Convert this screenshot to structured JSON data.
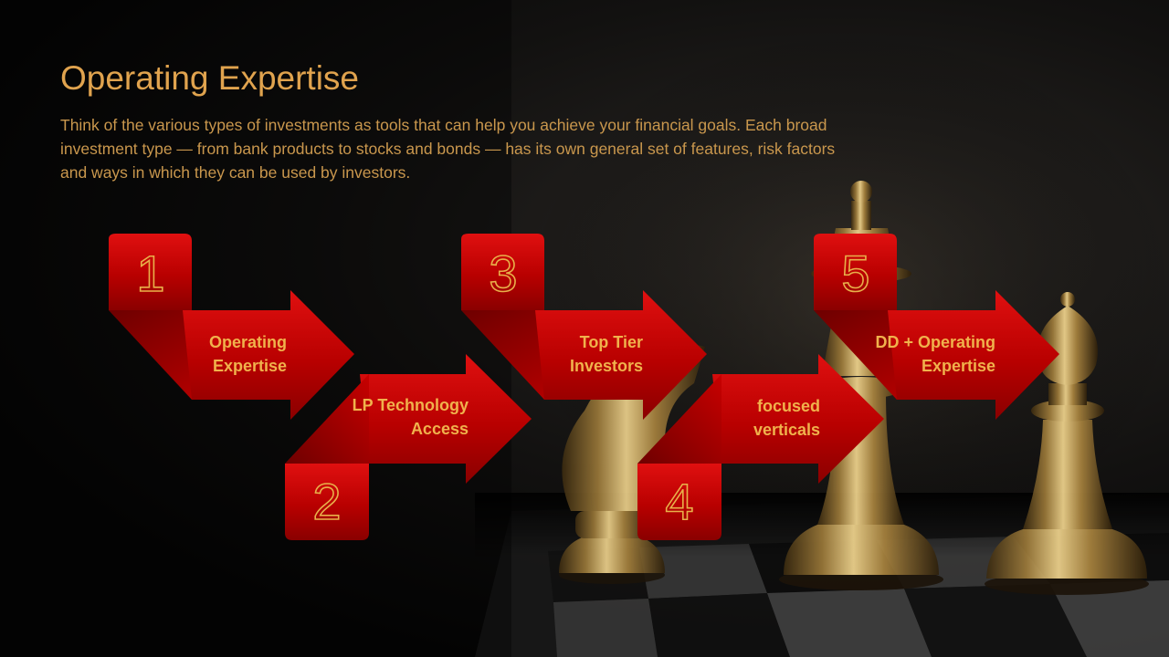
{
  "slide": {
    "title": "Operating Expertise",
    "body": "Think of the various types of investments as tools that can help you achieve your financial goals. Each broad investment type — from bank products to stocks and bonds — has its own general set of features, risk factors and ways in which they can be used by investors."
  },
  "steps": [
    {
      "number": "1",
      "label_lines": [
        "Operating",
        "Expertise"
      ]
    },
    {
      "number": "2",
      "label_lines": [
        "LP Technology",
        "Access"
      ]
    },
    {
      "number": "3",
      "label_lines": [
        "Top Tier",
        "Investors"
      ]
    },
    {
      "number": "4",
      "label_lines": [
        "focused",
        "verticals"
      ]
    },
    {
      "number": "5",
      "label_lines": [
        "DD + Operating",
        "Expertise"
      ]
    }
  ],
  "colors": {
    "arrow_red": "#c00000",
    "arrow_dark": "#7a0000",
    "number_outline": "#e8b04a",
    "label_gold": "#f0b24c",
    "title_gold": "#e0a34e"
  },
  "background": {
    "image": "chess-pieces-gold"
  }
}
